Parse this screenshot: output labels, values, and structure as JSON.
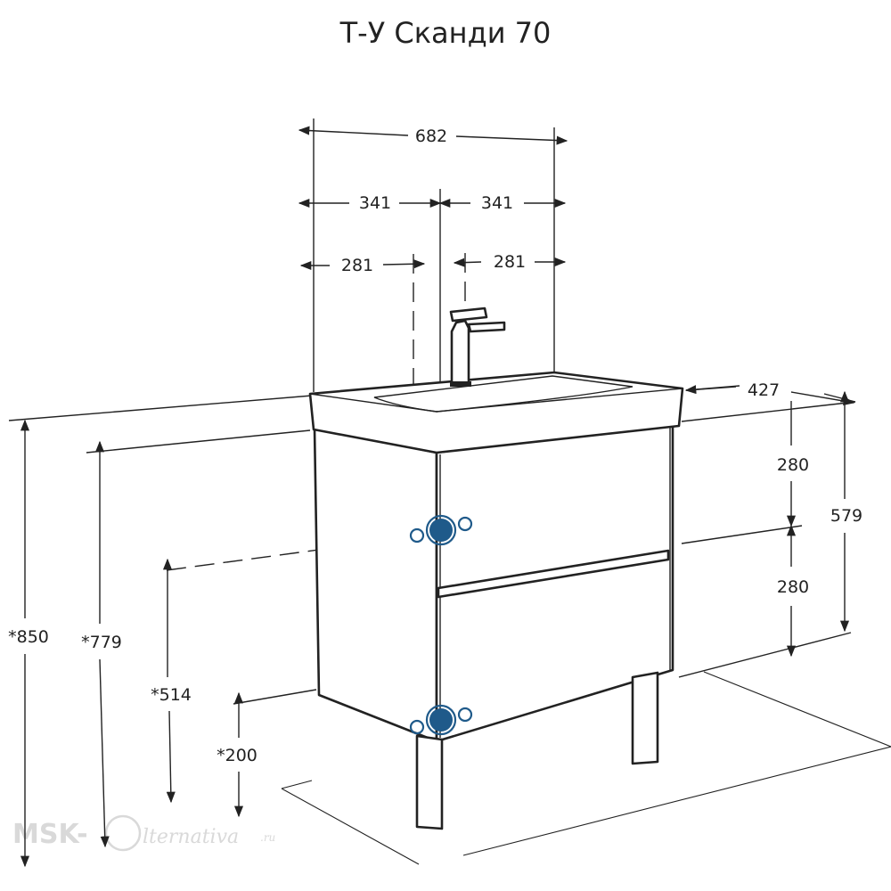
{
  "title": "Т-У Сканди 70",
  "dimensions": {
    "total_width": "682",
    "half_left": "341",
    "half_right": "341",
    "pipe_left": "281",
    "pipe_right": "281",
    "depth": "427",
    "drawer_top": "280",
    "drawer_bottom": "280",
    "cabinet_height": "579",
    "total_height": "*850",
    "top_height": "*779",
    "drain_height": "*514",
    "water_height": "*200"
  },
  "watermark": {
    "left": "MSK-",
    "right": "lternativa",
    "suffix": ".ru"
  },
  "colors": {
    "line": "#222222",
    "pipe": "#1f5a8a"
  }
}
